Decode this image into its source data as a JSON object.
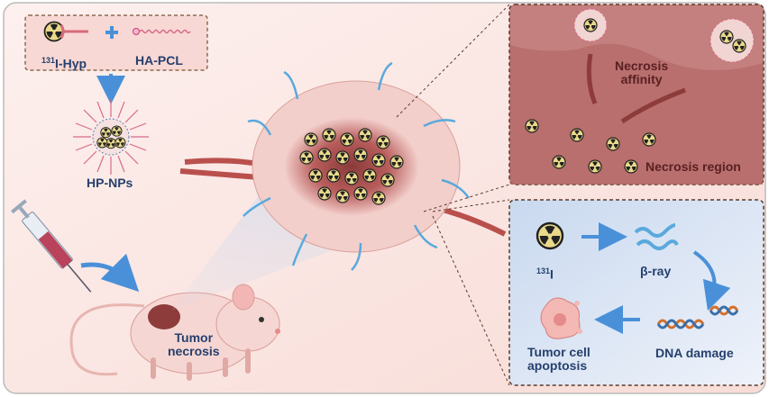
{
  "synthesis": {
    "component1_sup": "131",
    "component1_label": "I-Hyp",
    "plus": "+",
    "component2_label": "HA-PCL"
  },
  "nanoparticle_label": "HP-NPs",
  "mouse_label_line1": "Tumor",
  "mouse_label_line2": "necrosis",
  "necrosis_panel": {
    "affinity_line1": "Necrosis",
    "affinity_line2": "affinity",
    "region_label": "Necrosis region"
  },
  "mechanism_panel": {
    "isotope_sup": "131",
    "isotope_label": "I",
    "ray_label": "β-ray",
    "dna_label": "DNA damage",
    "apoptosis_line1": "Tumor cell",
    "apoptosis_line2": "apoptosis"
  },
  "colors": {
    "background": "#fbe8e4",
    "necrosis_panel": "#c4807e",
    "mechanism_panel": "#dde6f3",
    "arrow": "#4a90d9",
    "text": "#26406e"
  }
}
